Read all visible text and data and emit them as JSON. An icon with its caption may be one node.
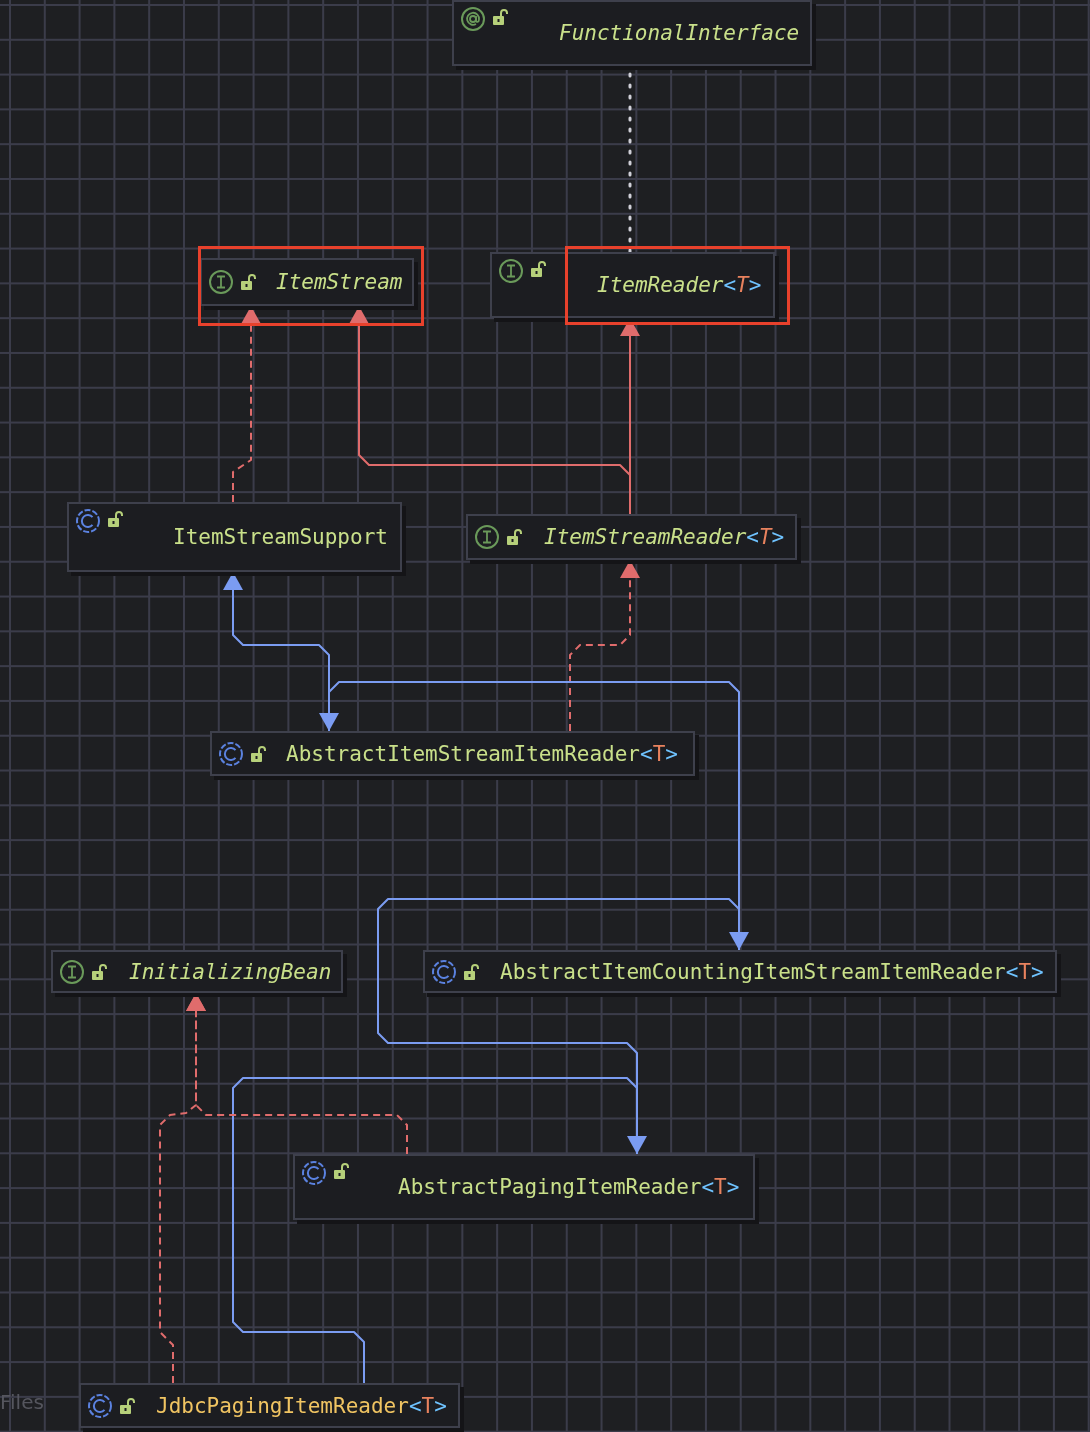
{
  "diagram": {
    "nodes": [
      {
        "text": [
          "FunctionalInterface"
        ]
      },
      {
        "text": [
          "ItemStream"
        ]
      },
      {
        "text": [
          "ItemReader<T>"
        ]
      },
      {
        "text": [
          "ItemStreamSupport"
        ]
      },
      {
        "text": [
          "ItemStreamReader<T>"
        ]
      },
      {
        "text": [
          "AbstractItemStreamItemReader<T>"
        ]
      },
      {
        "text": [
          "InitializingBean"
        ]
      },
      {
        "text": [
          "AbstractItemCountingItemStreamItemReader<T>"
        ]
      },
      {
        "text": [
          "AbstractPagingItemReader<T>"
        ]
      },
      {
        "text": [
          "JdbcPagingItemReader<T>"
        ]
      }
    ],
    "edges": [
      {
        "from": 2,
        "to": 0,
        "arrow": "none",
        "style": "dashed",
        "color": "#d0d0d8"
      },
      {
        "from": 3,
        "to": 1,
        "arrow": "to",
        "style": "dashed"
      },
      {
        "from": 4,
        "to": 1,
        "arrow": "to"
      },
      {
        "from": 4,
        "to": 2,
        "arrow": "to"
      },
      {
        "from": 5,
        "to": 3,
        "arrow": "to",
        "color": "#7b9cf2"
      },
      {
        "from": 5,
        "to": 4,
        "arrow": "to",
        "style": "dashed"
      },
      {
        "from": 7,
        "to": 5,
        "arrow": "to",
        "color": "#7b9cf2"
      },
      {
        "from": 8,
        "to": 7,
        "arrow": "to",
        "color": "#7b9cf2"
      },
      {
        "from": 9,
        "to": 8,
        "arrow": "to",
        "color": "#7b9cf2"
      },
      {
        "from": 9,
        "to": 6,
        "arrow": "to",
        "style": "dashed"
      },
      {
        "from": 8,
        "to": 6,
        "arrow": "to",
        "style": "dashed"
      }
    ],
    "labels": [
      "Files"
    ]
  }
}
